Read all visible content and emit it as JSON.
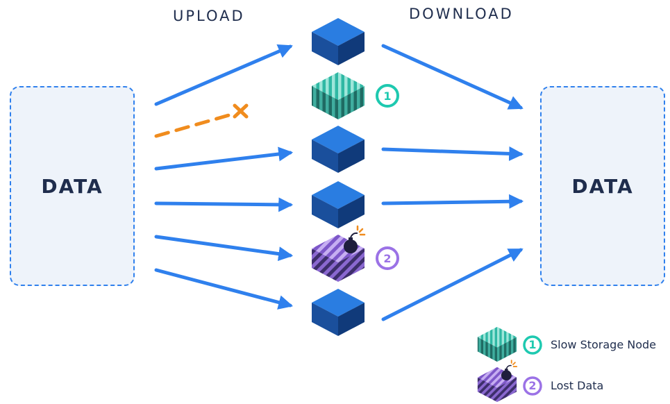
{
  "headings": {
    "upload": "UPLOAD",
    "download": "DOWNLOAD"
  },
  "source": {
    "label": "DATA"
  },
  "destination": {
    "label": "DATA"
  },
  "badges": {
    "slow": "1",
    "lost": "2"
  },
  "legend": {
    "slow_label": "Slow Storage Node",
    "lost_label": "Lost Data"
  },
  "colors": {
    "arrow": "#2f80ed",
    "failed_upload": "#f08c1e",
    "slow_node": "#1ec9b0",
    "lost_node": "#9b72e6",
    "node": "#1a66c2"
  }
}
